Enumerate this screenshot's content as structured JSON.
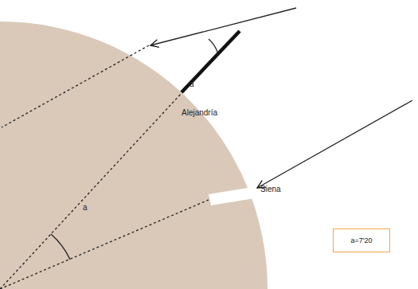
{
  "diagram": {
    "nodes": [
      {
        "text": [
          "a=7'20"
        ]
      }
    ],
    "labels": [
      "a",
      "Alejandría",
      "Siena",
      "a"
    ]
  }
}
